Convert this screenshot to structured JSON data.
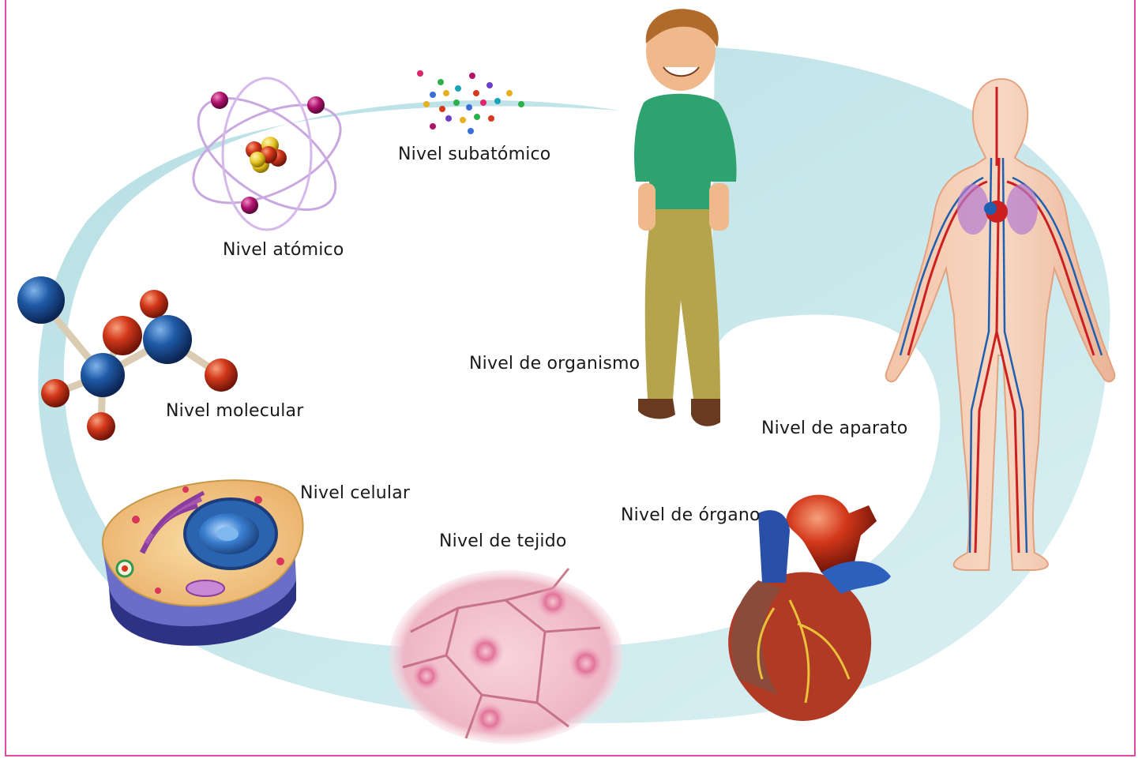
{
  "labels": {
    "subatomic": "Nivel subatómico",
    "atomic": "Nivel atómico",
    "molecular": "Nivel molecular",
    "cellular": "Nivel celular",
    "tissue": "Nivel de tejido",
    "organ": "Nivel de órgano",
    "system": "Nivel de aparato",
    "organism": "Nivel de organismo"
  },
  "colors": {
    "frame": "#e14aa2",
    "spiral_band": "#bfe3e8",
    "atom_electron": "#b0126e",
    "oxygen": "#d6341a",
    "carbon": "#1a4f95",
    "tissue": "#f2b9c9",
    "heart": "#c42a1c",
    "blood_artery": "#cc1f1f",
    "blood_vein": "#1e5fb0"
  },
  "icons": [
    "subatomic-particles-icon",
    "atom-icon",
    "molecule-icon",
    "cell-icon",
    "tissue-icon",
    "heart-icon",
    "circulatory-system-icon",
    "boy-icon"
  ]
}
